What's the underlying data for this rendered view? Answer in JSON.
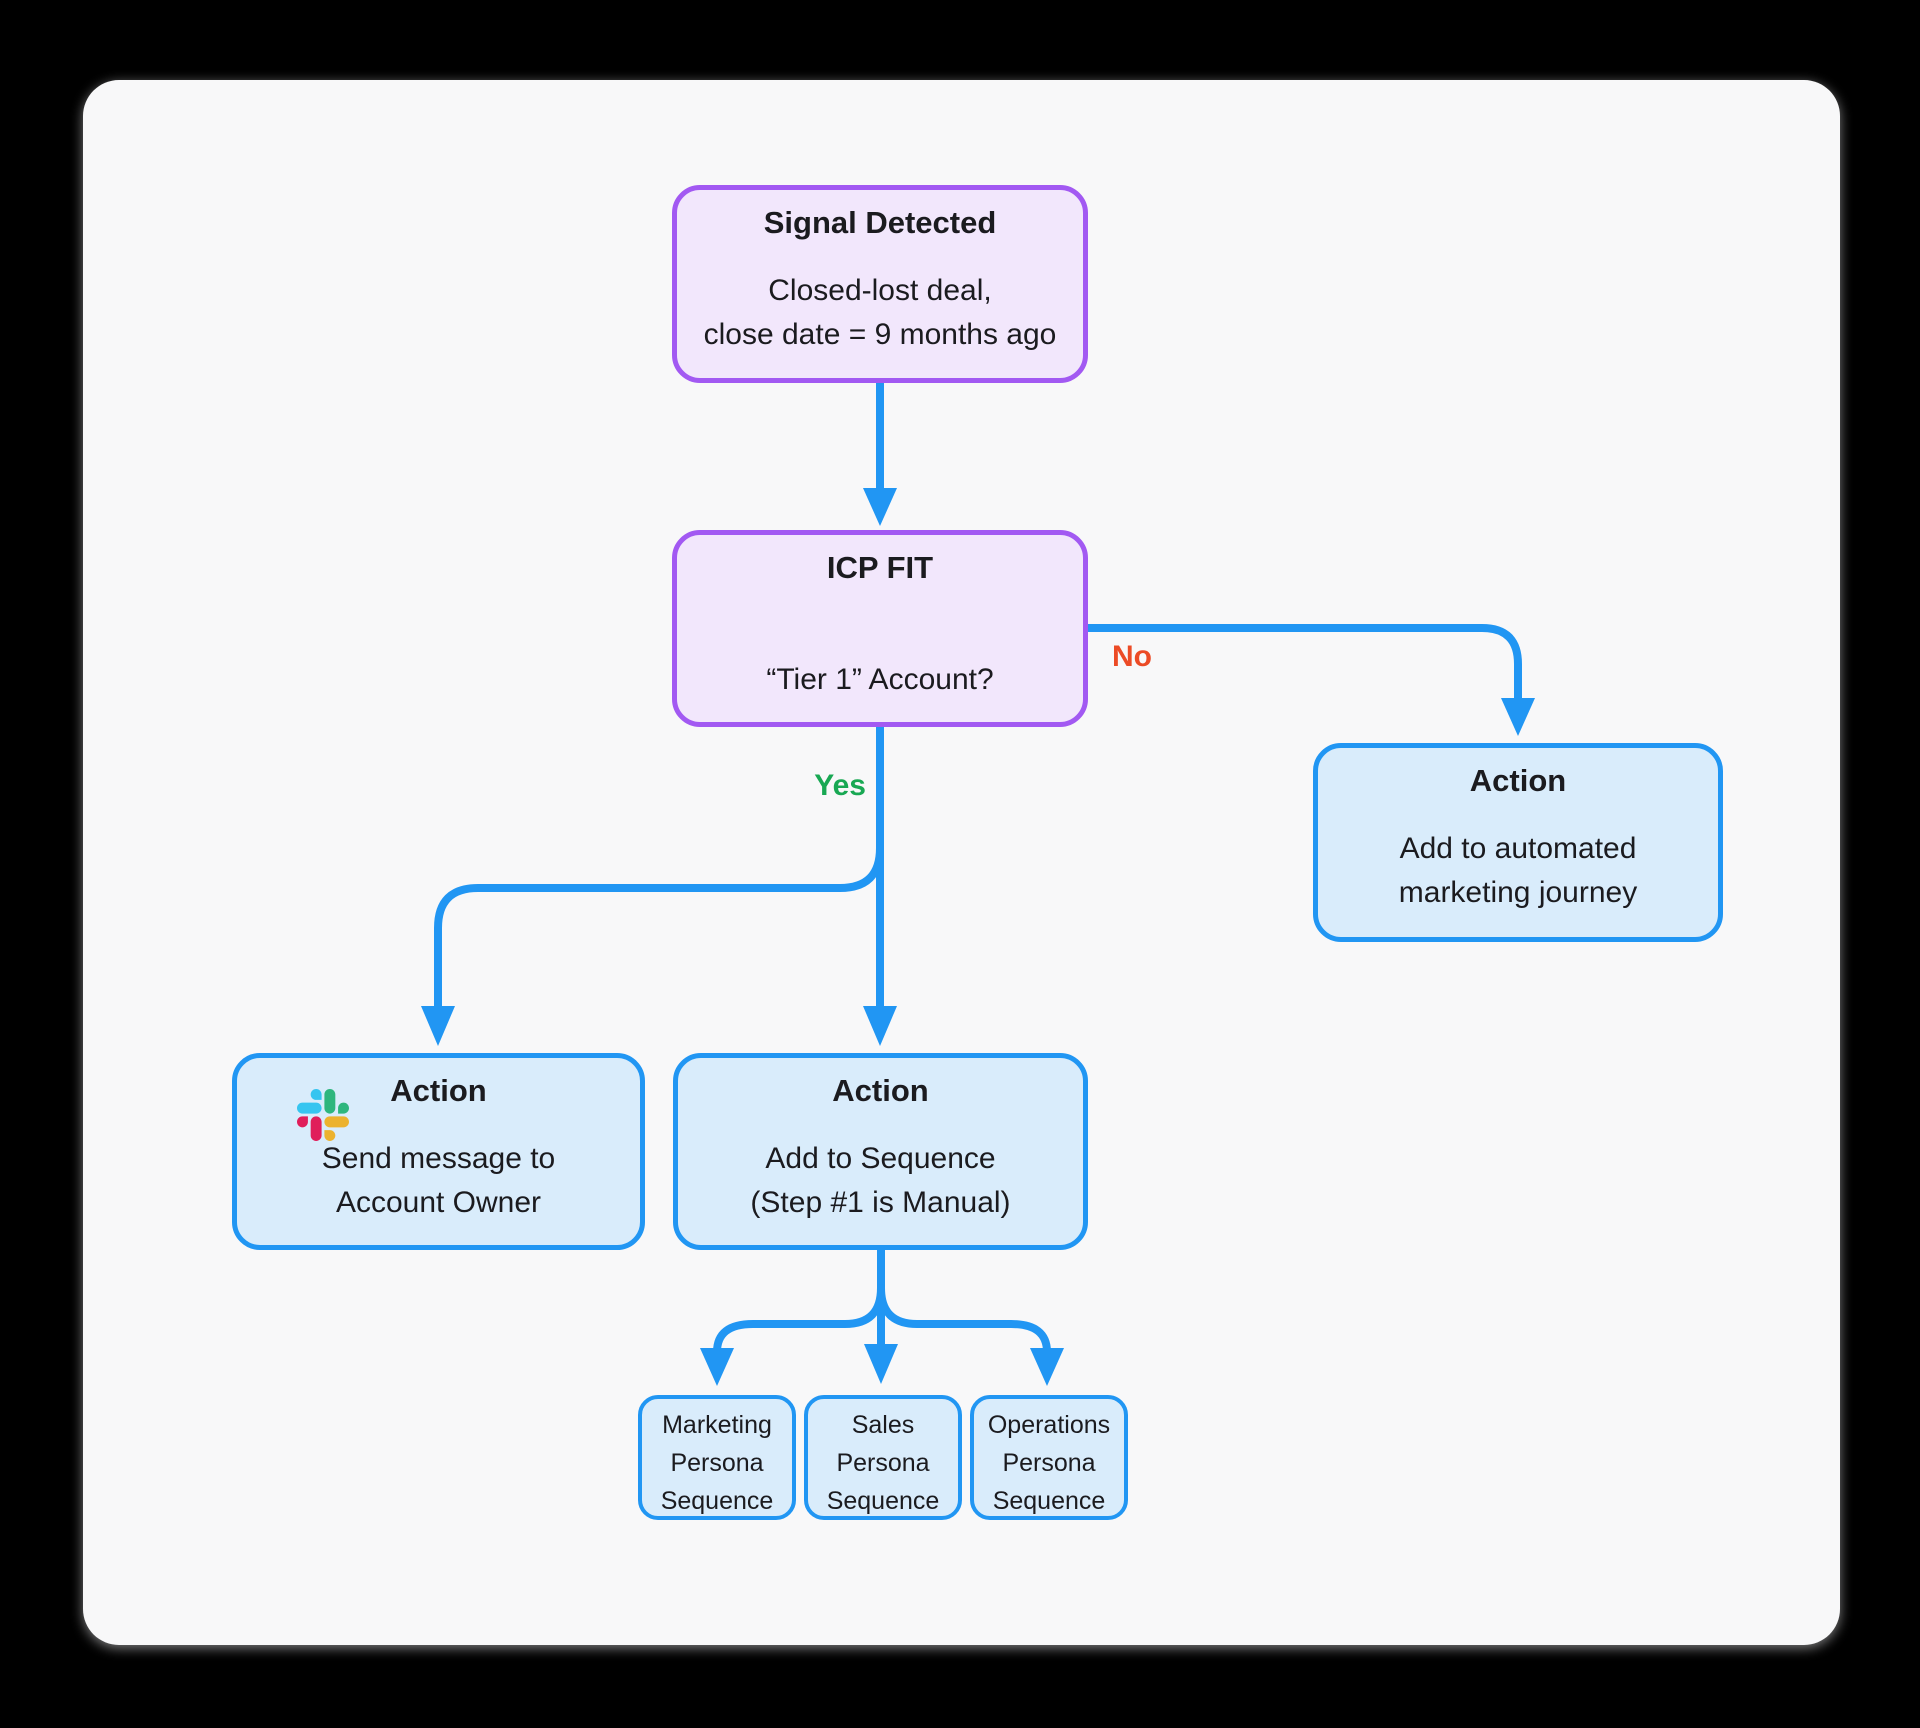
{
  "diagram": {
    "nodes": {
      "signal": {
        "title": "Signal Detected",
        "lines": [
          "Closed-lost deal,",
          "close date = 9 months ago"
        ]
      },
      "icp": {
        "title": "ICP FIT",
        "lines": [
          "“Tier 1” Account?"
        ]
      },
      "action_marketing_journey": {
        "title": "Action",
        "lines": [
          "Add to automated",
          "marketing journey"
        ]
      },
      "action_slack_message": {
        "title": "Action",
        "icon": "slack-icon",
        "lines": [
          "Send message to",
          "Account Owner"
        ]
      },
      "action_add_sequence": {
        "title": "Action",
        "lines": [
          "Add to Sequence",
          "(Step #1 is Manual)"
        ]
      },
      "seq_marketing": {
        "lines": [
          "Marketing",
          "Persona",
          "Sequence"
        ]
      },
      "seq_sales": {
        "lines": [
          "Sales",
          "Persona",
          "Sequence"
        ]
      },
      "seq_operations": {
        "lines": [
          "Operations",
          "Persona",
          "Sequence"
        ]
      }
    },
    "edge_labels": {
      "yes": "Yes",
      "no": "No"
    },
    "colors": {
      "page_bg": "#000000",
      "card_bg": "#F8F8F9",
      "purple_border": "#A259F2",
      "purple_fill": "#F2E7FC",
      "blue_border": "#2196F3",
      "blue_fill": "#D9ECFB",
      "arrow": "#2196F3",
      "yes_green": "#18A853",
      "no_red": "#EC4B26",
      "text": "#1B1B1F",
      "slack_blue": "#36C5F0",
      "slack_green": "#2EB67D",
      "slack_red": "#E01E5A",
      "slack_yellow": "#ECB22E"
    }
  }
}
